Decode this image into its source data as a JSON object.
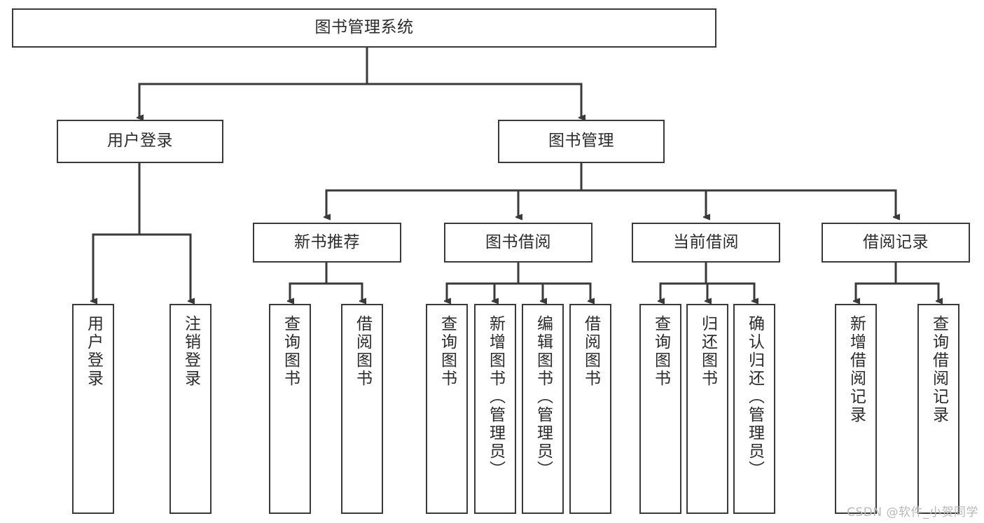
{
  "diagram": {
    "type": "tree",
    "title": "图书管理系统",
    "root": {
      "label": "图书管理系统"
    },
    "level1": [
      {
        "label": "用户登录"
      },
      {
        "label": "图书管理"
      }
    ],
    "level2": [
      {
        "label": "新书推荐"
      },
      {
        "label": "图书借阅"
      },
      {
        "label": "当前借阅"
      },
      {
        "label": "借阅记录"
      }
    ],
    "leaves": {
      "user_login": [
        {
          "label": "用户登录"
        },
        {
          "label": "注销登录"
        }
      ],
      "new_book": [
        {
          "label": "查询图书"
        },
        {
          "label": "借阅图书"
        }
      ],
      "book_borrow": [
        {
          "label": "查询图书"
        },
        {
          "label": "新增图书（管理员）"
        },
        {
          "label": "编辑图书（管理员）"
        },
        {
          "label": "借阅图书"
        }
      ],
      "current_borrow": [
        {
          "label": "查询图书"
        },
        {
          "label": "归还图书"
        },
        {
          "label": "确认归还（管理员）"
        }
      ],
      "borrow_record": [
        {
          "label": "新增借阅记录"
        },
        {
          "label": "查询借阅记录"
        }
      ]
    }
  },
  "watermark": {
    "text": "CSDN @软件_小贺同学"
  },
  "colors": {
    "border": "#3a3a3a",
    "text": "#2b2b2b",
    "background": "#ffffff",
    "edge": "#3a3a3a",
    "watermark": "#b9b9b9"
  }
}
